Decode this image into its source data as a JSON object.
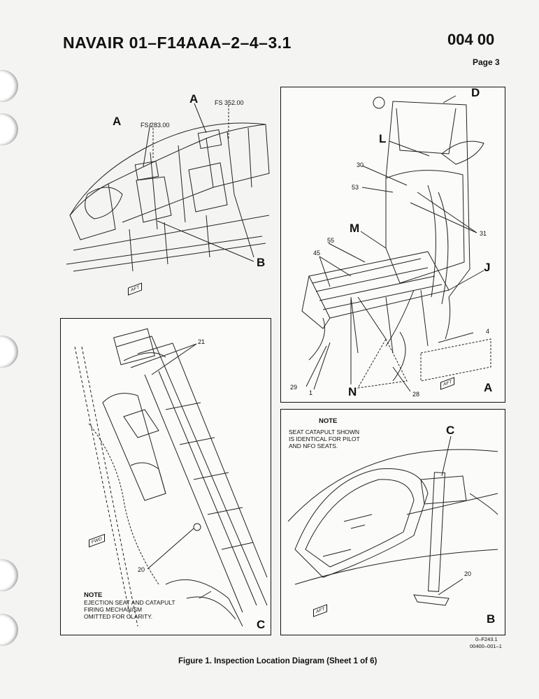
{
  "header": {
    "doc_number": "NAVAIR 01–F14AAA–2–4–3.1",
    "work_package": "004 00",
    "page": "Page 3"
  },
  "top_view": {
    "callout_a_left": "A",
    "callout_a_right": "A",
    "fs_left": "FS 283.00",
    "fs_right": "FS 352.00",
    "callout_b": "B",
    "aft_label": "AFT"
  },
  "panel_a": {
    "callouts": {
      "D": "D",
      "L": "L",
      "M": "M",
      "J": "J",
      "N": "N",
      "panel_letter": "A"
    },
    "numbers": {
      "n30": "30",
      "n53": "53",
      "n31": "31",
      "n55": "55",
      "n45": "45",
      "n4": "4",
      "n29": "29",
      "n1": "1",
      "n28": "28"
    },
    "aft_label": "AFT"
  },
  "panel_c": {
    "n21": "21",
    "n20": "20",
    "fwd_label": "FWD",
    "note_heading": "NOTE",
    "note_lines": [
      "EJECTION SEAT AND CATAPULT",
      "FIRING MECHANISM",
      "OMITTED FOR CLARITY."
    ],
    "panel_letter": "C"
  },
  "panel_b": {
    "note_heading": "NOTE",
    "note_lines": [
      "SEAT CATAPULT SHOWN",
      "IS IDENTICAL FOR PILOT",
      "AND NFO SEATS."
    ],
    "callout_c": "C",
    "n20": "20",
    "aft_label": "AFT",
    "panel_letter": "B"
  },
  "footer": {
    "caption": "Figure 1. Inspection Location Diagram (Sheet 1 of 6)",
    "ref_line1": "0–F243.1",
    "ref_line2": "00400–001–1"
  }
}
